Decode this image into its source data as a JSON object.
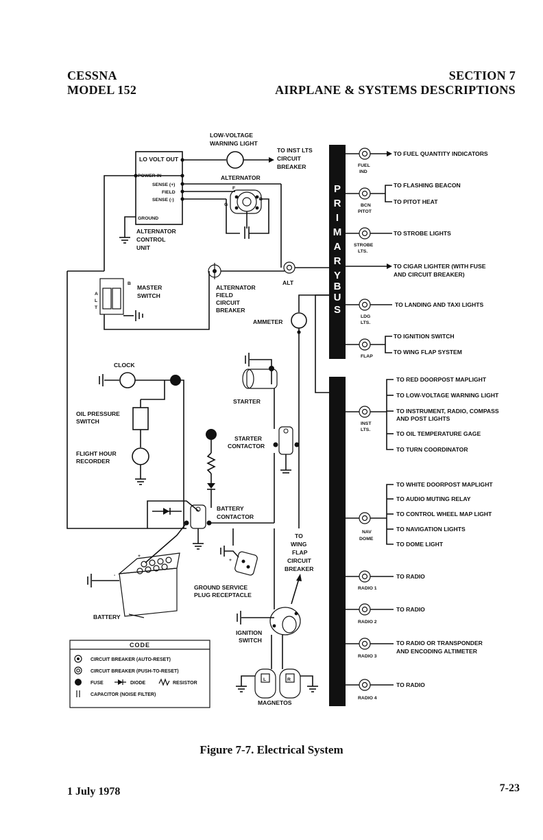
{
  "header": {
    "left_line1": "CESSNA",
    "left_line2": "MODEL 152",
    "right_line1": "SECTION 7",
    "right_line2": "AIRPLANE & SYSTEMS DESCRIPTIONS"
  },
  "caption": "Figure 7-7. Electrical System",
  "footer": {
    "date": "1 July 1978",
    "page": "7-23"
  },
  "bus_letters": [
    "P",
    "R",
    "I",
    "M",
    "A",
    "R",
    "Y",
    "B",
    "U",
    "S"
  ],
  "labels": {
    "low_voltage_1": "LOW-VOLTAGE",
    "low_voltage_2": "WARNING LIGHT",
    "to_inst_1": "TO INST LTS",
    "to_inst_2": "CIRCUIT",
    "to_inst_3": "BREAKER",
    "alternator": "ALTERNATOR",
    "lo_volt_out": "LO VOLT OUT",
    "power_in": "POWER IN",
    "sense_pos": "SENSE (+)",
    "field": "FIELD",
    "sense_neg": "SENSE (-)",
    "ground": "GROUND",
    "acu_1": "ALTERNATOR",
    "acu_2": "CONTROL",
    "acu_3": "UNIT",
    "master_1": "MASTER",
    "master_2": "SWITCH",
    "alt_field_1": "ALTERNATOR",
    "alt_field_2": "FIELD",
    "alt_field_3": "CIRCUIT",
    "alt_field_4": "BREAKER",
    "alt": "ALT",
    "ammeter": "AMMETER",
    "clock": "CLOCK",
    "oil_1": "OIL PRESSURE",
    "oil_2": "SWITCH",
    "flight_1": "FLIGHT HOUR",
    "flight_2": "RECORDER",
    "starter": "STARTER",
    "starter_contactor_1": "STARTER",
    "starter_contactor_2": "CONTACTOR",
    "battery_contactor_1": "BATTERY",
    "battery_contactor_2": "CONTACTOR",
    "to_wing_1": "TO",
    "to_wing_2": "WING",
    "to_wing_3": "FLAP",
    "to_wing_4": "CIRCUIT",
    "to_wing_5": "BREAKER",
    "ground_service_1": "GROUND SERVICE",
    "ground_service_2": "PLUG RECEPTACLE",
    "battery": "BATTERY",
    "ignition_1": "IGNITION",
    "ignition_2": "SWITCH",
    "magnetos": "MAGNETOS",
    "mag_l": "L",
    "mag_r": "R"
  },
  "outputs": {
    "fuel_qty": "TO FUEL QUANTITY INDICATORS",
    "fuel_ind_1": "FUEL",
    "fuel_ind_2": "IND",
    "flashing_beacon": "TO FLASHING BEACON",
    "pitot_heat": "TO PITOT HEAT",
    "bcn": "BCN",
    "pitot": "PITOT",
    "strobe_lights": "TO STROBE LIGHTS",
    "strobe_1": "STROBE",
    "strobe_2": "LTS.",
    "cigar_1": "TO CIGAR LIGHTER (WITH FUSE",
    "cigar_2": "AND CIRCUIT BREAKER)",
    "landing_taxi": "TO LANDING AND TAXI LIGHTS",
    "ldg_1": "LDG",
    "ldg_2": "LTS.",
    "ignition_switch": "TO IGNITION SWITCH",
    "wing_flap": "TO WING FLAP SYSTEM",
    "flap": "FLAP",
    "red_doorpost": "TO RED DOORPOST MAPLIGHT",
    "low_voltage_warning": "TO LOW-VOLTAGE WARNING LIGHT",
    "instrument_1": "TO INSTRUMENT, RADIO, COMPASS",
    "instrument_2": "AND POST LIGHTS",
    "oil_temp": "TO OIL TEMPERATURE GAGE",
    "turn_coord": "TO TURN COORDINATOR",
    "inst_1": "INST",
    "inst_2": "LTS.",
    "white_doorpost": "TO WHITE DOORPOST MAPLIGHT",
    "audio_muting": "TO AUDIO MUTING RELAY",
    "control_wheel": "TO CONTROL WHEEL MAP LIGHT",
    "navigation": "TO NAVIGATION LIGHTS",
    "dome_light": "TO DOME LIGHT",
    "nav_1": "NAV",
    "nav_2": "DOME",
    "radio_a": "TO RADIO",
    "radio1": "RADIO 1",
    "radio_b": "TO RADIO",
    "radio2": "RADIO 2",
    "transponder_1": "TO RADIO OR TRANSPONDER",
    "transponder_2": "AND ENCODING ALTIMETER",
    "radio3": "RADIO 3",
    "radio_d": "TO RADIO",
    "radio4": "RADIO 4"
  },
  "code": {
    "title": "CODE",
    "cb_auto": "CIRCUIT BREAKER (AUTO-RESET)",
    "cb_push": "CIRCUIT BREAKER (PUSH-TO-RESET)",
    "fuse": "FUSE",
    "diode": "DIODE",
    "resistor": "RESISTOR",
    "capacitor": "CAPACITOR (NOISE FILTER)"
  }
}
